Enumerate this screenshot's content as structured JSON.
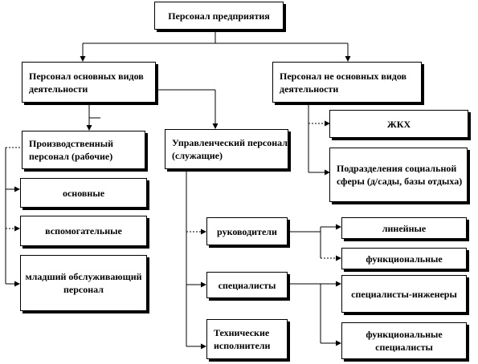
{
  "nodes": {
    "root": "Персонал предприятия",
    "main_activity": "Персонал основных видов деятельности",
    "non_main_activity": "Персонал не основных видов деятельности",
    "production": "Производственный персонал (рабочие)",
    "management": "Управленческий персонал (служащие)",
    "zhkh": "ЖКХ",
    "social": "Подразделения социальной сферы (д/сады, базы отдыха)",
    "basic": "основные",
    "auxiliary": "вспомогательные",
    "junior_service": "младший обслуживающий персонал",
    "managers": "руководители",
    "specialists": "специалисты",
    "technical": "Технические исполнители",
    "line": "линейные",
    "functional": "функциональные",
    "spec_engineers": "специалисты-инженеры",
    "functional_specialists": "функциональные специалисты"
  }
}
